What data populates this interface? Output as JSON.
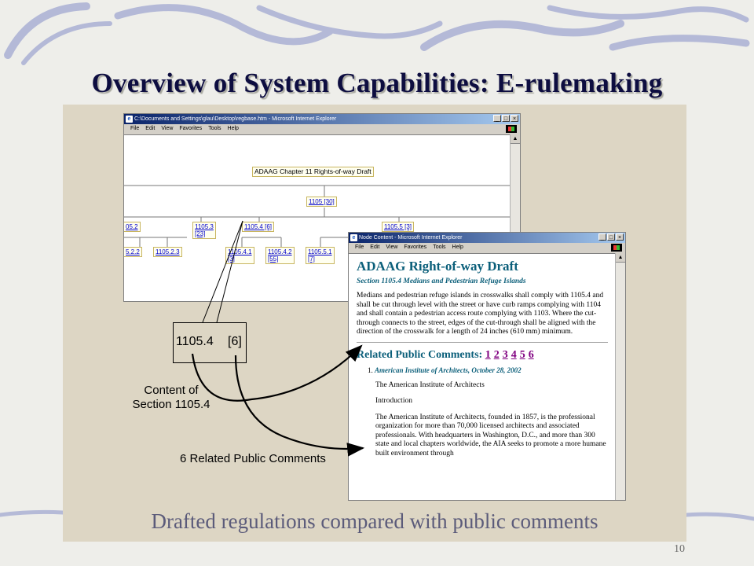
{
  "slide": {
    "title": "Overview of System Capabilities: E-rulemaking",
    "caption": "Drafted regulations compared with public comments",
    "page_number": "10"
  },
  "window_tree": {
    "title": "C:\\Documents and Settings\\glau\\Desktop\\regbase.htm - Microsoft Internet Explorer",
    "menu": [
      "File",
      "Edit",
      "View",
      "Favorites",
      "Tools",
      "Help"
    ],
    "controls": [
      "_",
      "□",
      "×"
    ],
    "nodes": {
      "root": "ADAAG Chapter 11 Rights-of-way Draft",
      "n1105": "1105 [30]",
      "n1105_2": "05.2",
      "n1105_3": "1105.3",
      "n1105_3_count": "[23]",
      "n1105_4": "1105.4 [6]",
      "n1105_5": "1105.5 [3]",
      "n1105_2_2": "5.2.2",
      "n1105_2_3": "1105.2.3",
      "n1105_4_1": "1105.4.1",
      "n1105_4_1_count": "[3]",
      "n1105_4_2": "1105.4.2",
      "n1105_4_2_count": "[55]",
      "n1105_5_1": "1105.5.1",
      "n1105_5_1_count": "[7]"
    }
  },
  "window_content": {
    "title": "Node Content - Microsoft Internet Explorer",
    "menu": [
      "File",
      "Edit",
      "View",
      "Favorites",
      "Tools",
      "Help"
    ],
    "controls": [
      "_",
      "□",
      "×"
    ],
    "doc_title": "ADAAG Right-of-way Draft",
    "section": "Section 1105.4 Medians and Pedestrian Refuge Islands",
    "body": "Medians and pedestrian refuge islands in crosswalks shall comply with 1105.4 and shall be cut through level with the street or have curb ramps complying with 1104 and shall contain a pedestrian access route complying with 1103. Where the cut-through connects to the street, edges of the cut-through shall be aligned with the direction of the crosswalk for a length of 24 inches (610 mm) minimum.",
    "comments_heading": "Related Public Comments:",
    "comment_links": [
      "1",
      "2",
      "3",
      "4",
      "5",
      "6"
    ],
    "comment_number": "1.",
    "comment_org": "American Institute of Architects, October 28, 2002",
    "comment_from": "The American Institute of Architects",
    "comment_intro": "Introduction",
    "comment_text": "The American Institute of Architects, founded in 1857, is the professional organization for more than 70,000 licensed architects and associated professionals. With headquarters in Washington, D.C., and more than 300 state and local chapters worldwide, the AIA seeks to promote a more humane built environment through"
  },
  "annotations": {
    "node_id": "1105.4",
    "node_count": "[6]",
    "content_line1": "Content of",
    "content_line2": "Section 1105.4",
    "comments_label": "6 Related Public Comments"
  }
}
